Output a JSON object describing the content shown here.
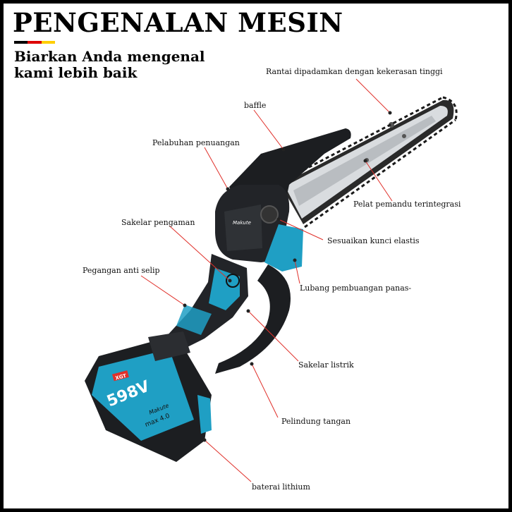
{
  "title": "PENGENALAN MESIN",
  "subtitle": {
    "line1": "Biarkan Anda mengenal",
    "line2": "kami lebih baik"
  },
  "colors": {
    "flag": [
      "#000000",
      "#dd0000",
      "#ffce00"
    ],
    "callout_line": "#e0302a",
    "body_blue": "#1f9fc4",
    "body_dark": "#222428"
  },
  "callouts": {
    "chain": "Rantai dipadamkan dengan kekerasan tinggi",
    "baffle": "baffle",
    "oil_port": "Pelabuhan penuangan",
    "guide": "Pelat pemandu terintegrasi",
    "safety_switch": "Sakelar pengaman",
    "elastic_lock": "Sesuaikan kunci elastis",
    "grip": "Pegangan anti selip",
    "heat_vent": "Lubang pembuangan panas-",
    "power_switch": "Sakelar listrik",
    "hand_guard": "Pelindung tangan",
    "battery": "baterai lithium"
  },
  "product": {
    "body_brand": "Makute",
    "battery_brand": "Makute",
    "battery_voltage": "598V",
    "battery_badge": "XGT",
    "battery_capacity": "max 4.0"
  }
}
